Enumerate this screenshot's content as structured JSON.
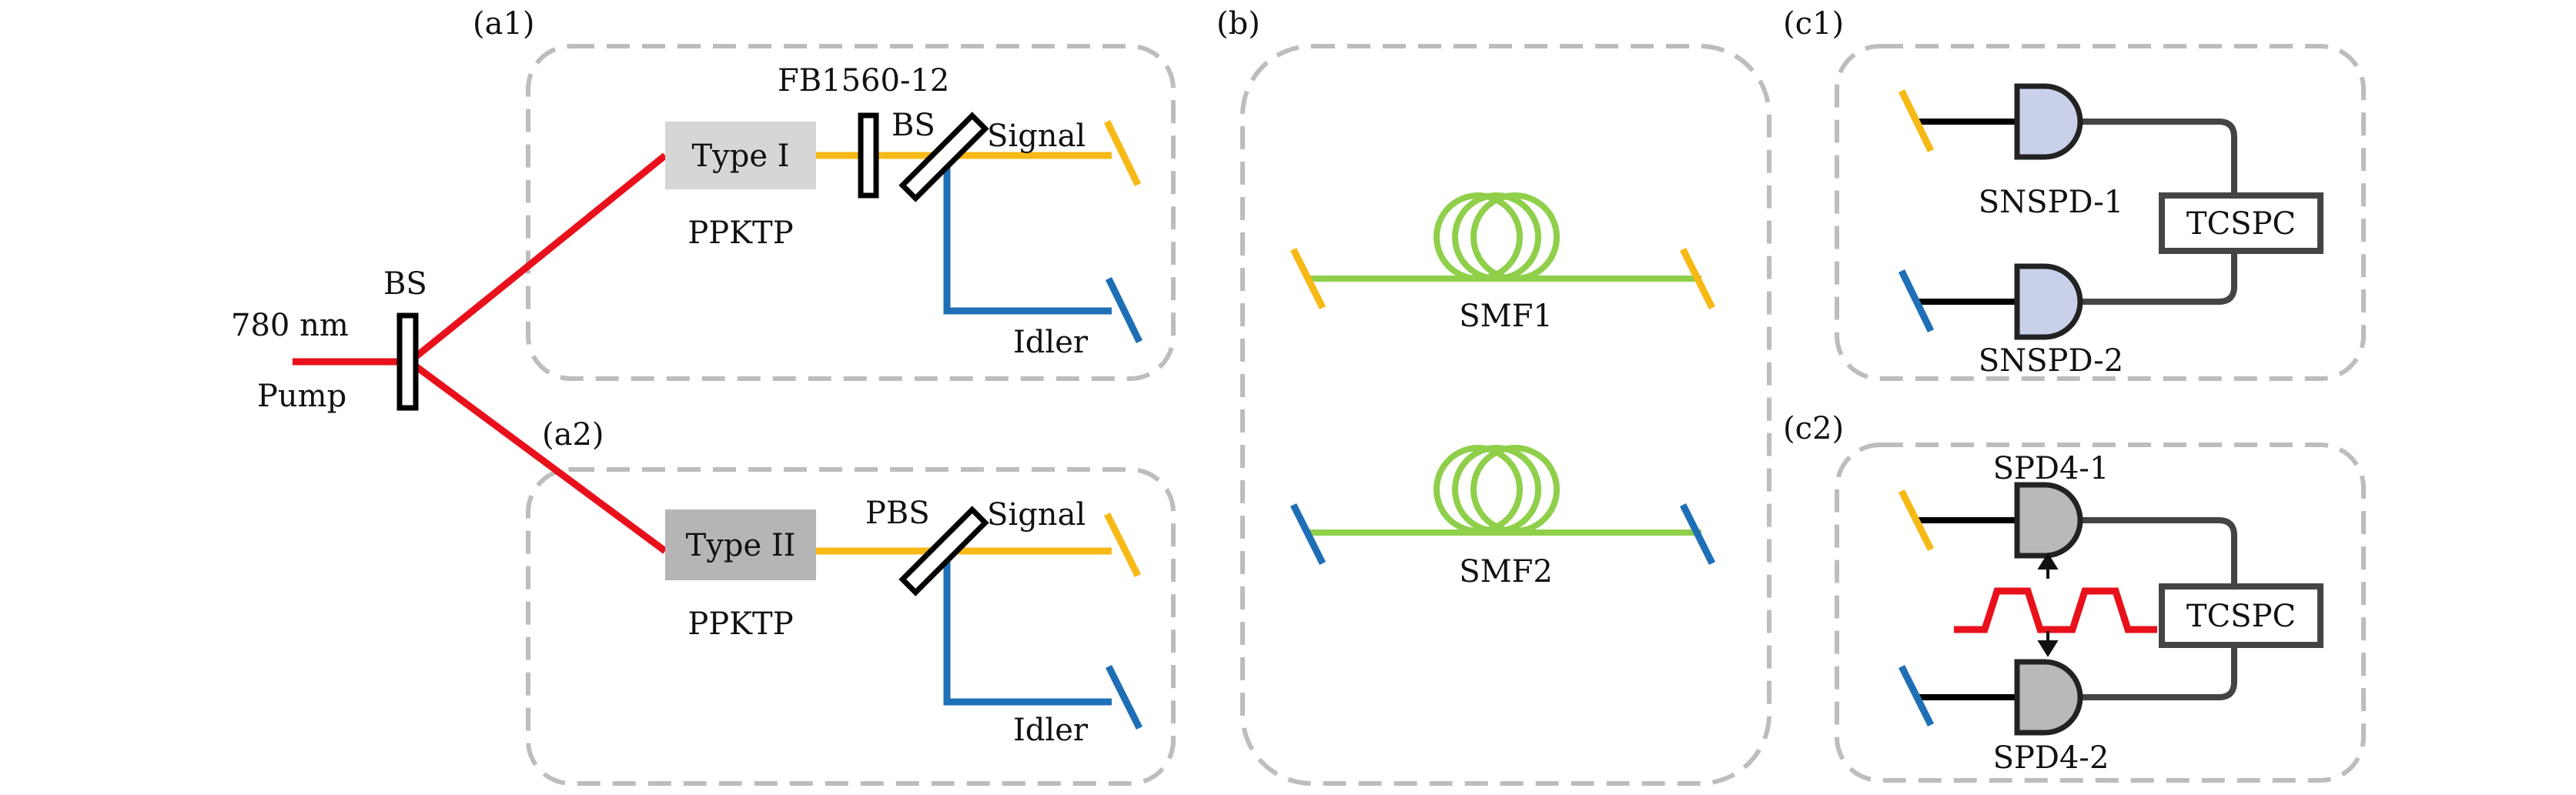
{
  "colors": {
    "pump": "#e8101a",
    "signal": "#f7b916",
    "idler": "#1f6fb7",
    "fiber": "#8fcf4a",
    "detector_blue": "#c9d1ea",
    "detector_gray": "#b9b9b9",
    "box_border": "#bdbdbd",
    "crystal1": "#d6d6d6",
    "crystal2": "#b5b5b5"
  },
  "panels": {
    "a1": "(a1)",
    "a2": "(a2)",
    "b": "(b)",
    "c1": "(c1)",
    "c2": "(c2)"
  },
  "source": {
    "wavelength": "780 nm",
    "pump": "Pump",
    "bs": "BS"
  },
  "a1": {
    "filter": "FB1560-12",
    "bs": "BS",
    "crystal_type": "Type I",
    "crystal_name": "PPKTP",
    "signal": "Signal",
    "idler": "Idler"
  },
  "a2": {
    "pbs": "PBS",
    "crystal_type": "Type II",
    "crystal_name": "PPKTP",
    "signal": "Signal",
    "idler": "Idler"
  },
  "b": {
    "fiber1": "SMF1",
    "fiber2": "SMF2"
  },
  "c1": {
    "det1": "SNSPD-1",
    "det2": "SNSPD-2",
    "counter": "TCSPC"
  },
  "c2": {
    "det1": "SPD4-1",
    "det2": "SPD4-2",
    "counter": "TCSPC"
  }
}
